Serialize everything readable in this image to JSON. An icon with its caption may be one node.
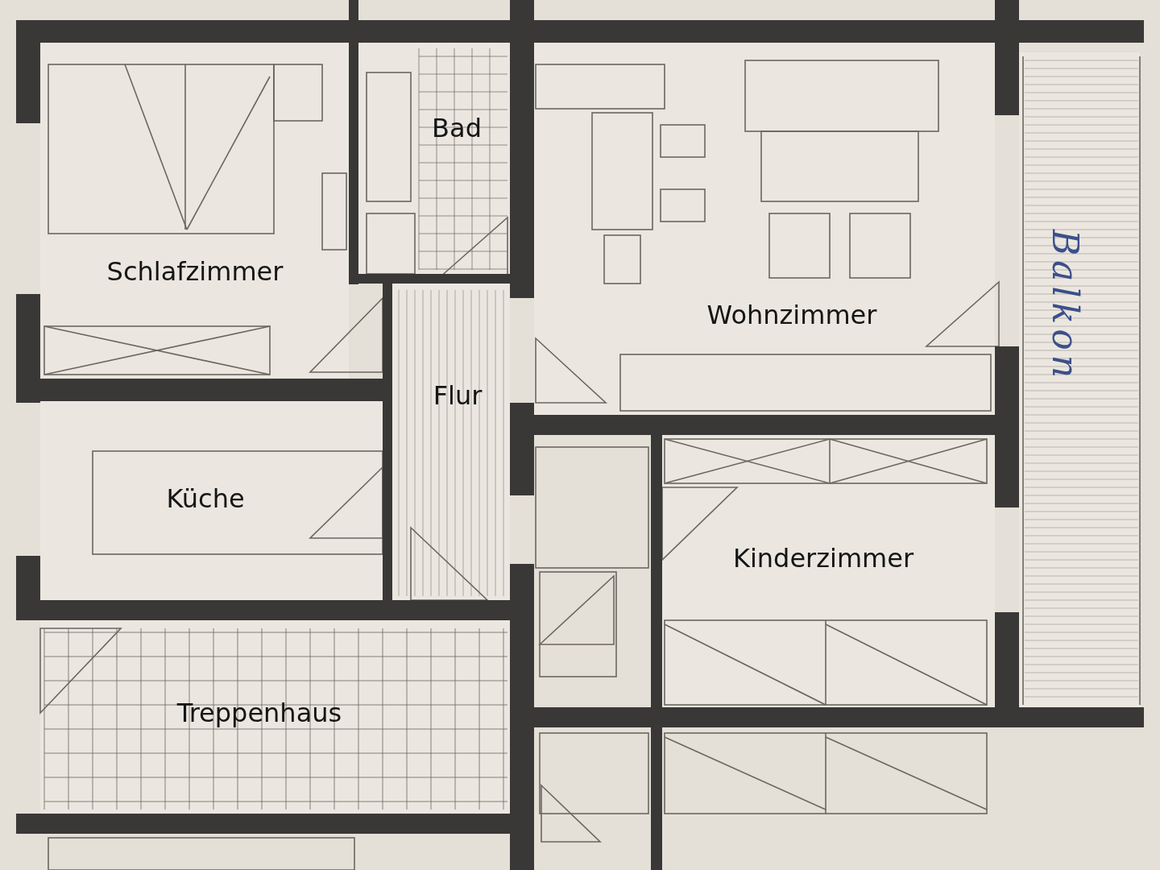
{
  "diagram": {
    "nodes": [
      {
        "text": [
          "Schlafzimmer"
        ]
      },
      {
        "text": [
          "Bad"
        ]
      },
      {
        "text": [
          "Wohnzimmer"
        ]
      },
      {
        "text": [
          "Balkon"
        ]
      },
      {
        "text": [
          "Flur"
        ]
      },
      {
        "text": [
          "Küche"
        ]
      },
      {
        "text": [
          "Kinderzimmer"
        ]
      },
      {
        "text": [
          "Treppenhaus"
        ]
      }
    ]
  }
}
